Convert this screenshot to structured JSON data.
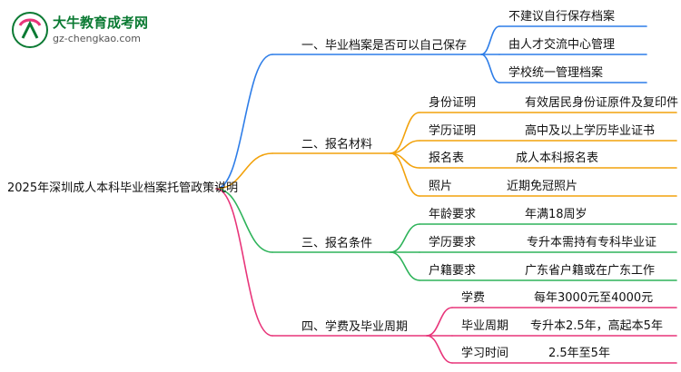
{
  "logo": {
    "name_cn": "大牛教育成考网",
    "domain": "gz-chengkao.com"
  },
  "colors": {
    "blue": "#2d7de8",
    "orange": "#f2a20c",
    "green": "#2eb35a",
    "pink": "#e8357a",
    "logo_green": "#0b7a33"
  },
  "root": "2025年深圳成人本科毕业档案托管政策说明",
  "branches": [
    {
      "title": "一、毕业档案是否可以自己保存",
      "color_key": "blue",
      "children": [
        {
          "label": "不建议自行保存档案"
        },
        {
          "label": "由人才交流中心管理"
        },
        {
          "label": "学校统一管理档案"
        }
      ]
    },
    {
      "title": "二、报名材料",
      "color_key": "orange",
      "children": [
        {
          "label": "身份证明",
          "detail": "有效居民身份证原件及复印件"
        },
        {
          "label": "学历证明",
          "detail": "高中及以上学历毕业证书"
        },
        {
          "label": "报名表",
          "detail": "成人本科报名表"
        },
        {
          "label": "照片",
          "detail": "近期免冠照片"
        }
      ]
    },
    {
      "title": "三、报名条件",
      "color_key": "green",
      "children": [
        {
          "label": "年龄要求",
          "detail": "年满18周岁"
        },
        {
          "label": "学历要求",
          "detail": "专升本需持有专科毕业证"
        },
        {
          "label": "户籍要求",
          "detail": "广东省户籍或在广东工作"
        }
      ]
    },
    {
      "title": "四、学费及毕业周期",
      "color_key": "pink",
      "children": [
        {
          "label": "学费",
          "detail": "每年3000元至4000元"
        },
        {
          "label": "毕业周期",
          "detail": "专升本2.5年，高起本5年"
        },
        {
          "label": "学习时间",
          "detail": "2.5年至5年"
        }
      ]
    }
  ]
}
